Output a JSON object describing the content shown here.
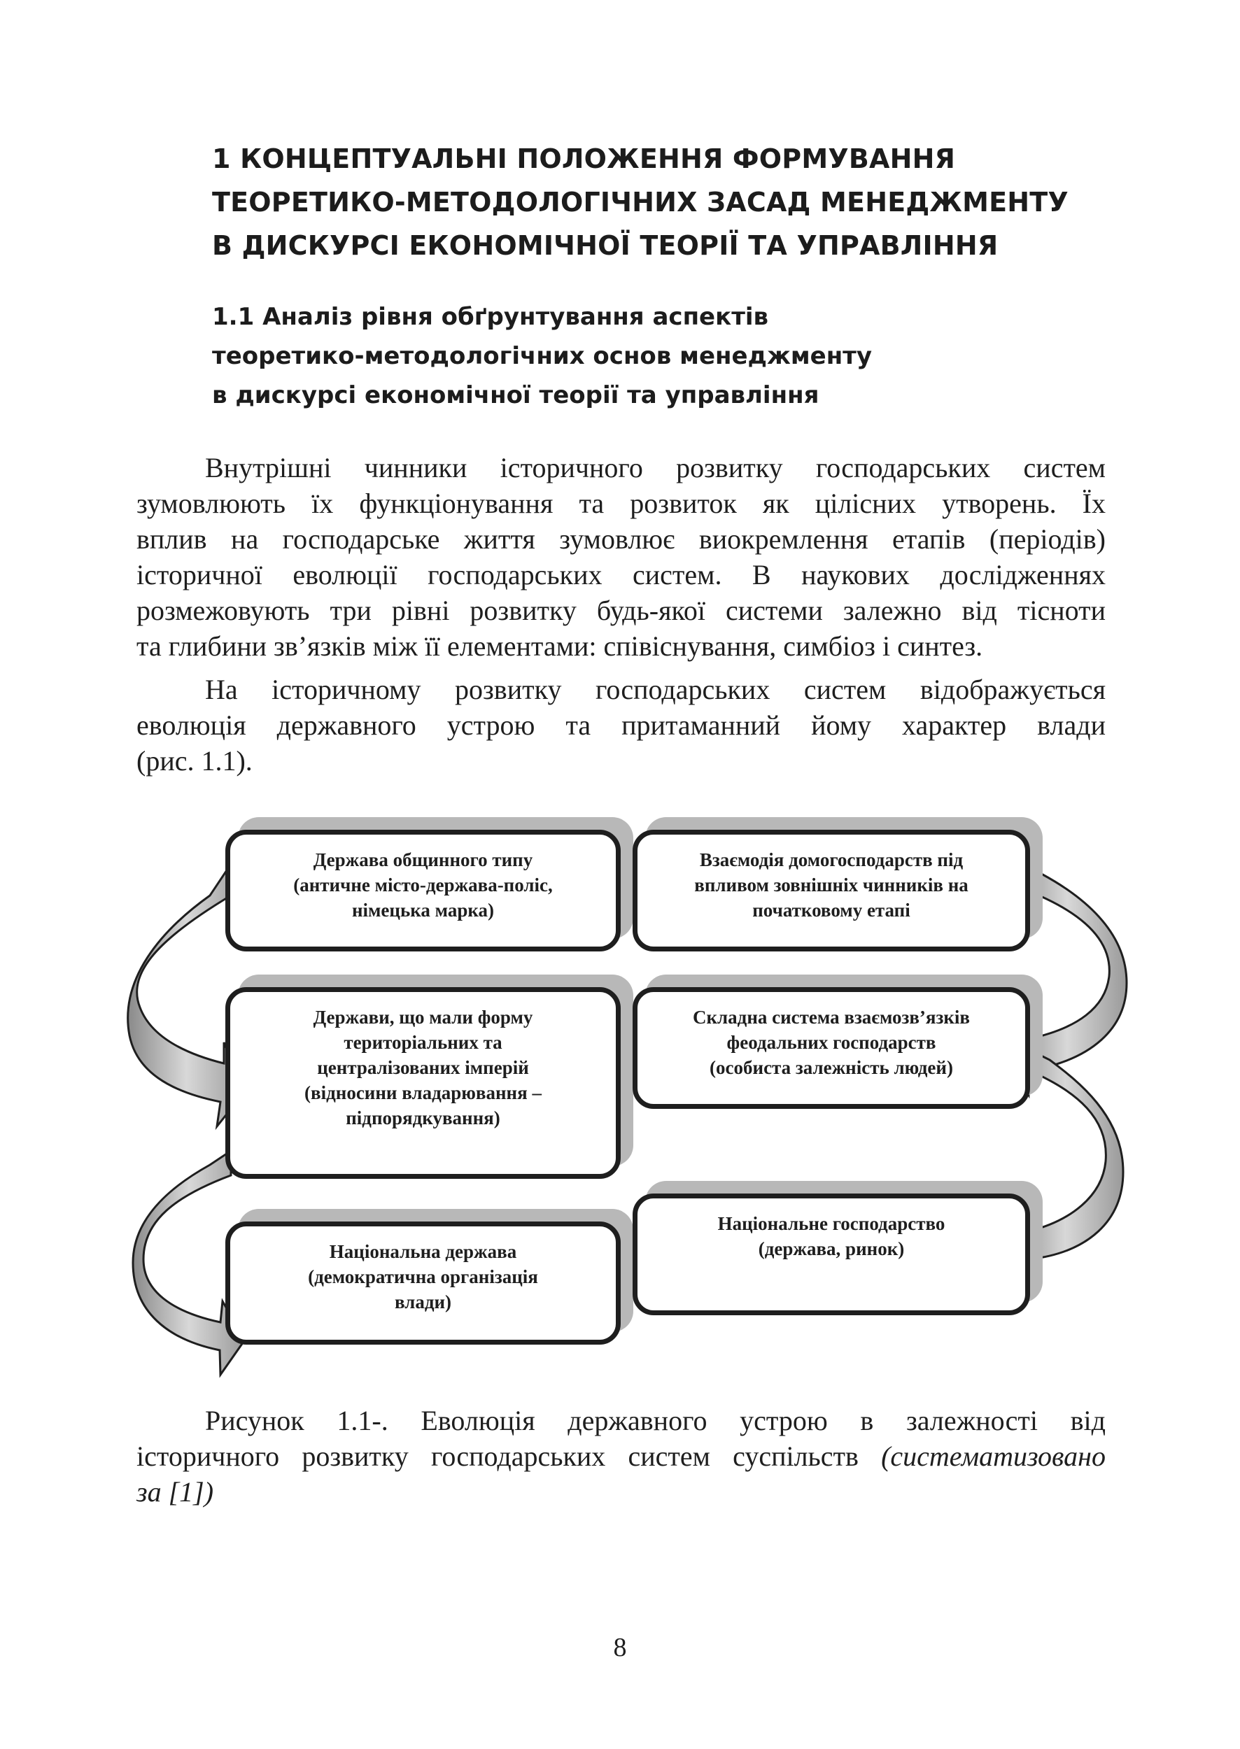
{
  "chapter_title": [
    "1 КОНЦЕПТУАЛЬНІ ПОЛОЖЕННЯ ФОРМУВАННЯ",
    "ТЕОРЕТИКО-МЕТОДОЛОГІЧНИХ ЗАСАД МЕНЕДЖМЕНТУ",
    "В ДИСКУРСІ ЕКОНОМІЧНОЇ ТЕОРІЇ ТА УПРАВЛІННЯ"
  ],
  "section_title": [
    "1.1 Аналіз рівня обґрунтування аспектів",
    "теоретико-методологічних основ менеджменту",
    "в дискурсі економічної теорії та управління"
  ],
  "paragraphs": [
    [
      "Внутрішні чинники історичного розвитку господарських систем",
      "зумовлюють їх функціонування та розвиток як цілісних утворень. Їх",
      "вплив на господарське життя зумовлює виокремлення етапів (періодів)",
      "історичної еволюції господарських систем. В наукових дослідженнях",
      "розмежовують три рівні розвитку будь-якої системи залежно від тісноти",
      "та глибини зв’язків між її елементами: співіснування, симбіоз і синтез."
    ],
    [
      "На історичному розвитку господарських систем відображується",
      "еволюція державного устрою та притаманний йому характер влади",
      "(рис. 1.1)."
    ]
  ],
  "diagram": {
    "boxes": [
      {
        "id": "state-communal",
        "text": "Держава общинного типу\n(античне місто-держава-поліс,\nнімецька марка)"
      },
      {
        "id": "households-interaction",
        "text": "Взаємодія домогосподарств під\nвпливом зовнішніх чинників на\nпочатковому етапі"
      },
      {
        "id": "territorial-empires",
        "text": "Держави, що мали форму\nтериторіальних та\nцентралізованих імперій\n(відносини владарювання –\nпідпорядкування)"
      },
      {
        "id": "feudal-system",
        "text": "Складна система взаємозв’язків\nфеодальних господарств\n(особиста залежність людей)"
      },
      {
        "id": "national-state",
        "text": "Національна держава\n(демократична організація\nвлади)"
      },
      {
        "id": "national-economy",
        "text": "Національне господарство\n(держава, ринок)"
      }
    ]
  },
  "caption": {
    "line1": "Рисунок 1.1-. Еволюція державного устрою в залежності від",
    "line2_text": "історичного розвитку господарських систем суспільств ",
    "line2_italic": "(систематизовано",
    "line3_italic": "за [1])"
  },
  "page_number": "8"
}
